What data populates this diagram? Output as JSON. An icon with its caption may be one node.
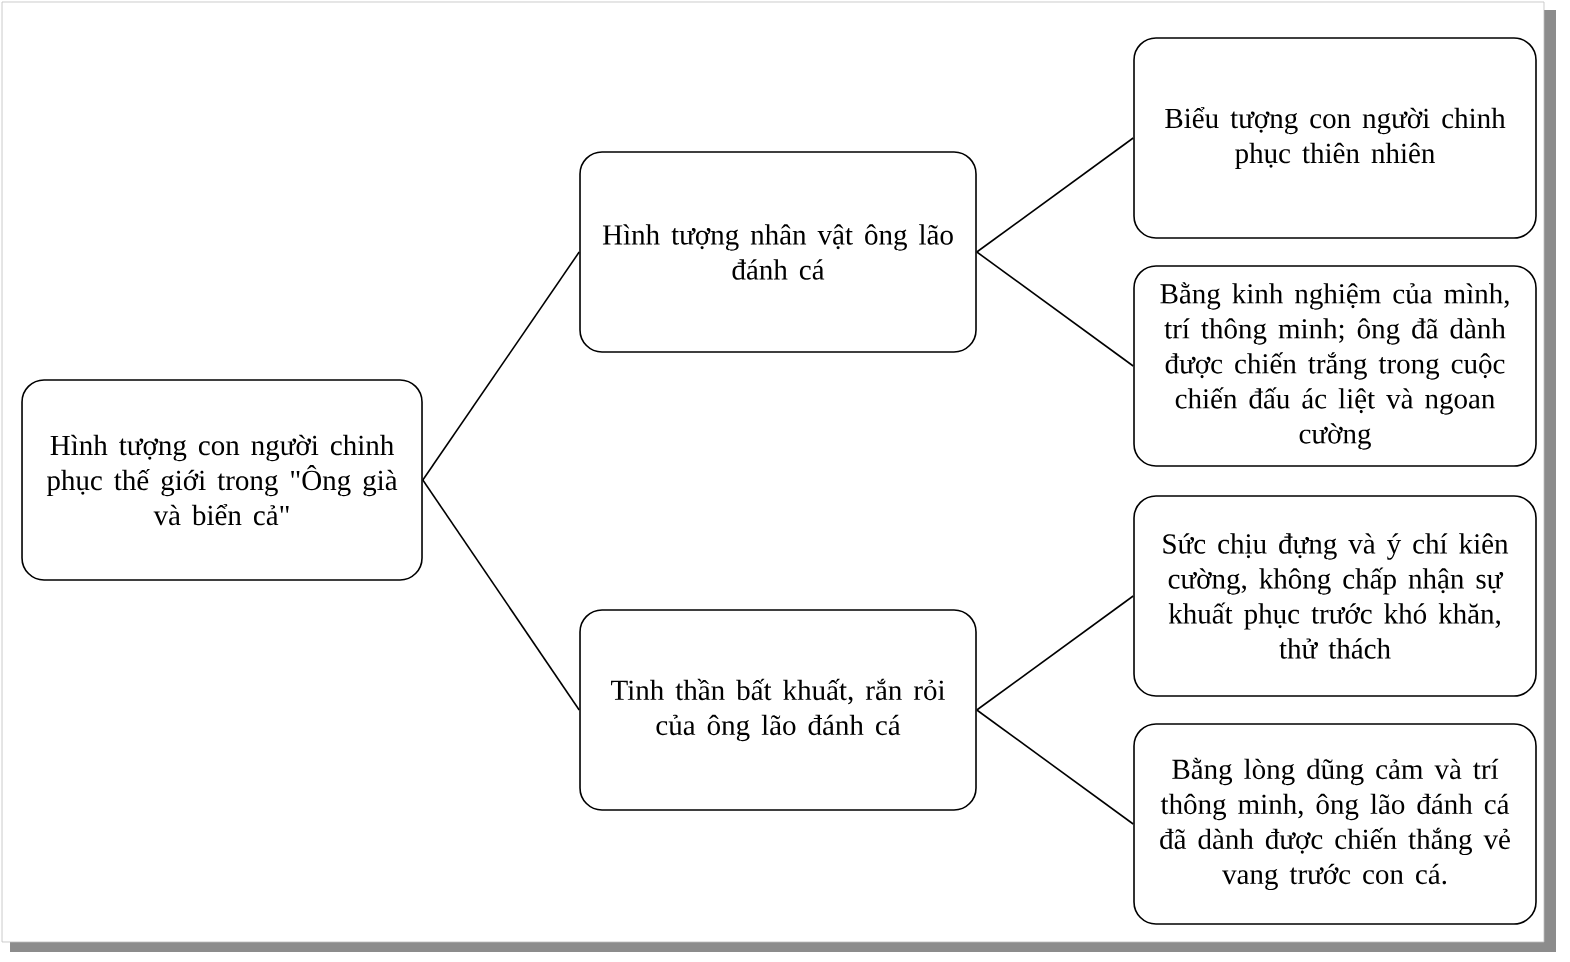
{
  "diagram": {
    "nodes": [
      {
        "text": [
          "Hình tượng con người chinh phục thế giới trong \"Ông già và biển cả\""
        ]
      },
      {
        "text": [
          "Hình tượng nhân vật ông lão đánh cá"
        ]
      },
      {
        "text": [
          "Tinh thần bất khuất, rắn rỏi của ông lão đánh cá"
        ]
      },
      {
        "text": [
          "Biểu tượng con người chinh phục thiên nhiên"
        ]
      },
      {
        "text": [
          "Bằng kinh nghiệm của mình, trí thông minh; ông đã dành được chiến trắng trong cuộc chiến đấu ác liệt và ngoan cường"
        ]
      },
      {
        "text": [
          "Sức chịu đựng và ý chí kiên cường, không chấp nhận sự khuất phục trước khó khăn, thử thách"
        ]
      },
      {
        "text": [
          "Bằng lòng dũng cảm và trí thông minh, ông lão đánh cá đã dành được chiến thắng vẻ vang trước con cá."
        ]
      }
    ],
    "edges": [
      {
        "from": 0,
        "to": 1,
        "arrow": "none"
      },
      {
        "from": 0,
        "to": 2,
        "arrow": "none"
      },
      {
        "from": 1,
        "to": 3,
        "arrow": "none"
      },
      {
        "from": 1,
        "to": 4,
        "arrow": "none"
      },
      {
        "from": 2,
        "to": 5,
        "arrow": "none"
      },
      {
        "from": 2,
        "to": 6,
        "arrow": "none"
      }
    ]
  }
}
